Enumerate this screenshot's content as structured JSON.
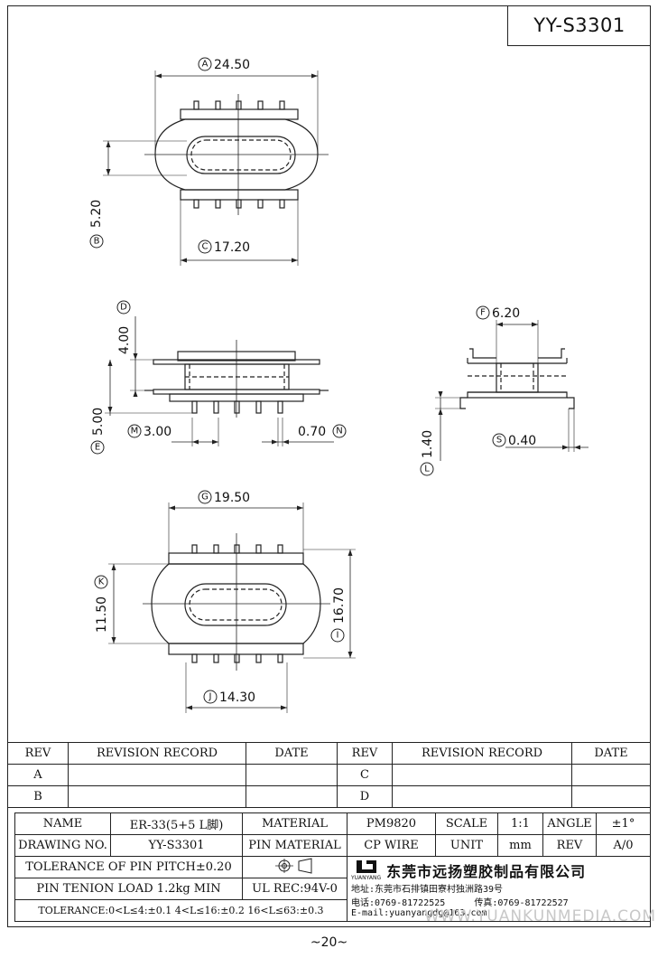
{
  "part_number": "YY-S3301",
  "page_number": "~20~",
  "dimensions": {
    "A": {
      "letter": "A",
      "value": "24.50"
    },
    "B": {
      "letter": "B",
      "value": "5.20"
    },
    "C": {
      "letter": "C",
      "value": "17.20"
    },
    "D": {
      "letter": "D",
      "value": "4.00"
    },
    "E": {
      "letter": "E",
      "value": "5.00"
    },
    "M": {
      "letter": "M",
      "value": "3.00"
    },
    "N": {
      "letter": "N",
      "value": "0.70"
    },
    "F": {
      "letter": "F",
      "value": "6.20"
    },
    "L": {
      "letter": "L",
      "value": "1.40"
    },
    "S": {
      "letter": "S",
      "value": "0.40"
    },
    "G": {
      "letter": "G",
      "value": "19.50"
    },
    "K": {
      "letter": "K",
      "value": "11.50"
    },
    "I": {
      "letter": "I",
      "value": "16.70"
    },
    "J": {
      "letter": "J",
      "value": "14.30"
    }
  },
  "revision_table": {
    "rev_header": "REV",
    "record_header": "REVISION RECORD",
    "date_header": "DATE",
    "rows_left": [
      "A",
      "B"
    ],
    "rows_right": [
      "C",
      "D"
    ]
  },
  "spec_table": {
    "name_label": "NAME",
    "name_value": "ER-33(5+5 L脚)",
    "material_label": "MATERIAL",
    "material_value": "PM9820",
    "scale_label": "SCALE",
    "scale_value": "1:1",
    "angle_label": "ANGLE",
    "angle_value": "±1°",
    "drawing_no_label": "DRAWING NO.",
    "drawing_no_value": "YY-S3301",
    "pin_material_label": "PIN MATERIAL",
    "pin_material_value": "CP WIRE",
    "unit_label": "UNIT",
    "unit_value": "mm",
    "rev_label": "REV",
    "rev_value": "A/0",
    "tolerance_pitch": "TOLERANCE OF PIN PITCH±0.20",
    "pin_tension": "PIN TENION LOAD 1.2kg MIN",
    "ul_rec": "UL REC:94V-0",
    "tolerance_general": "TOLERANCE:0<L≤4:±0.1  4<L≤16:±0.2  16<L≤63:±0.3",
    "company_name": "东莞市远扬塑胶制品有限公司",
    "company_logo_text": "YUANYANG",
    "address": "地址:东莞市石排镇田寮村独洲路39号",
    "phone": "电话:0769-81722525",
    "fax": "传真:0769-81722527",
    "email": "E-mail:yuanyangdg@163.com"
  },
  "watermark": "WWW.YUANKUNMEDIA.COM"
}
